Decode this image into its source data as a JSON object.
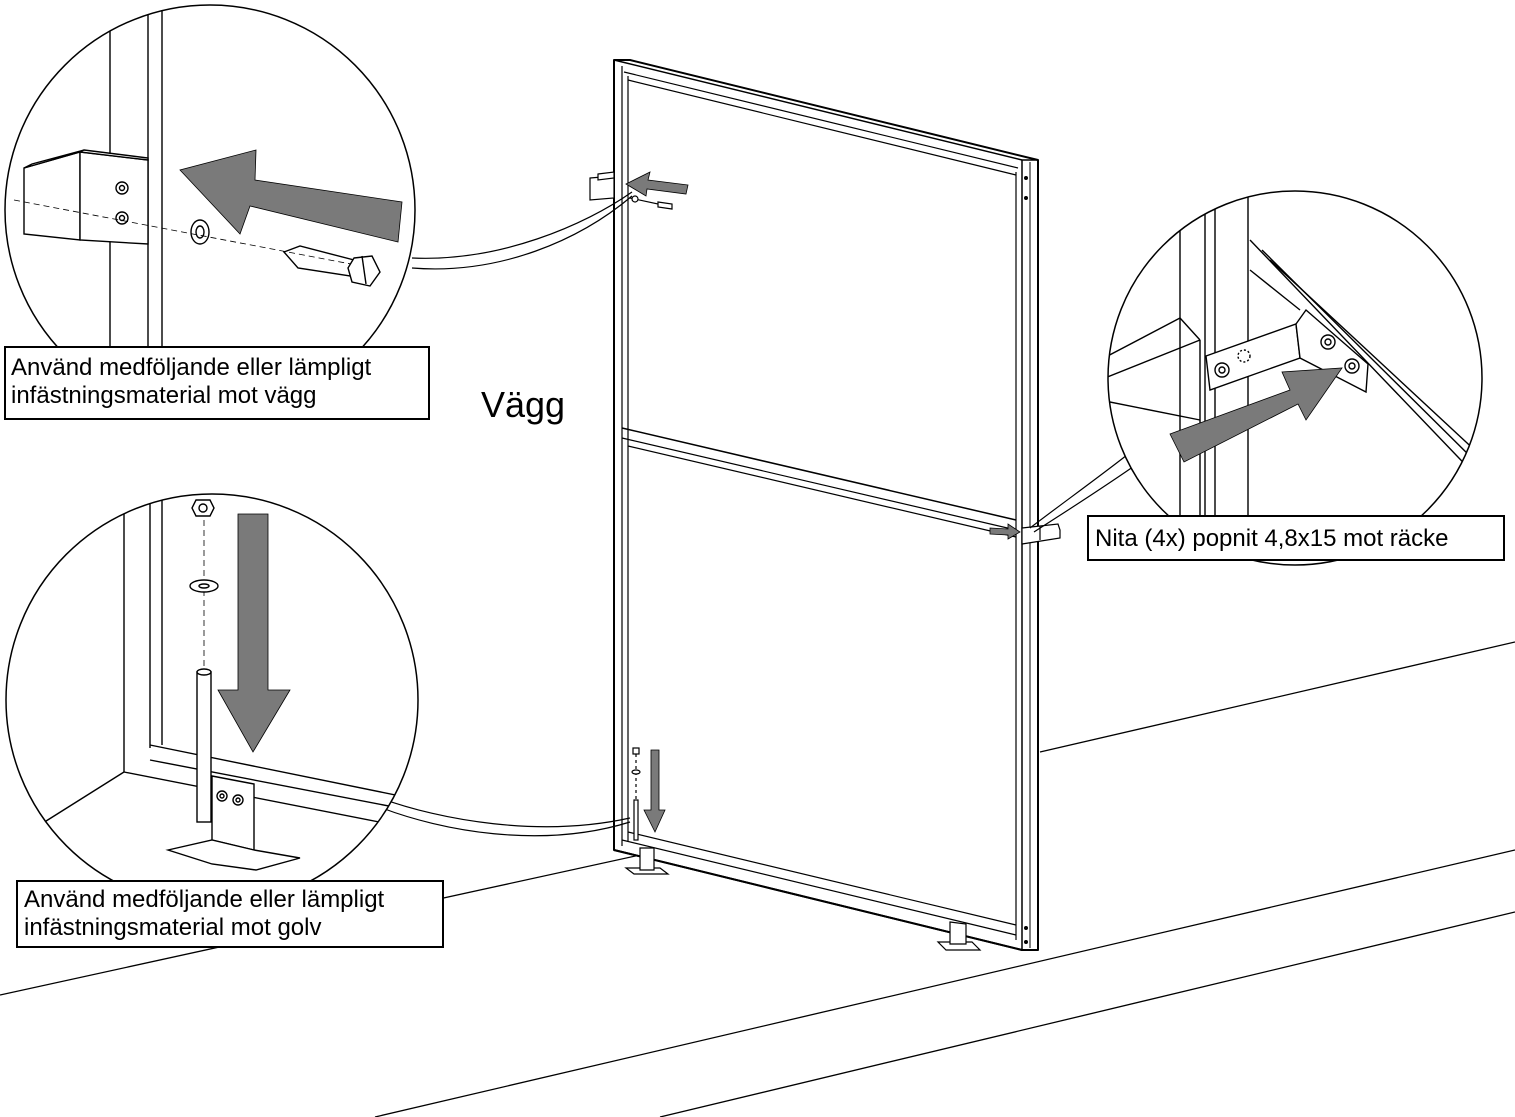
{
  "labels": {
    "wall": "Vägg"
  },
  "callouts": {
    "wall_mount": {
      "line1": "Använd medföljande eller lämpligt",
      "line2": "infästningsmaterial mot vägg"
    },
    "floor_mount": {
      "line1": "Använd medföljande eller lämpligt",
      "line2": "infästningsmaterial mot golv"
    },
    "rail_mount": {
      "line1": "Nita (4x) popnit 4,8x15 mot räcke"
    }
  },
  "colors": {
    "line": "#000000",
    "arrow": "#7a7a7a",
    "background": "#ffffff"
  }
}
